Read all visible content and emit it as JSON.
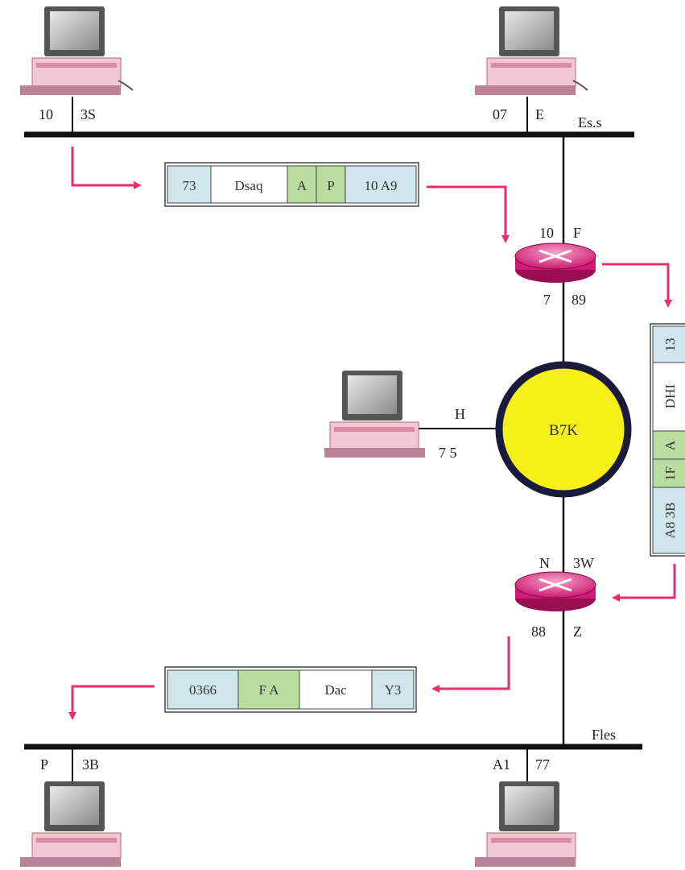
{
  "colors": {
    "wire": "#111111",
    "arrow": "#ee2d6e",
    "router": "#e21e78",
    "cloud": "#f5ef1a",
    "cell_blue": "#cfe6ec",
    "cell_green": "#b9dca0",
    "cell_white": "#ffffff"
  },
  "network_labels": {
    "top": "Es.s",
    "bottom": "Fles"
  },
  "cloud": {
    "label": "B7K"
  },
  "hosts": {
    "host_a": {
      "left": "10",
      "right": "3S"
    },
    "host_b": {
      "left": "07",
      "right": "E"
    },
    "host_side": {
      "top": "H",
      "bottom": "7 5"
    },
    "host_c": {
      "left": "P",
      "right": "3B"
    },
    "host_d": {
      "left": "A1",
      "right": "77"
    }
  },
  "routers": {
    "r1": {
      "top_left": "10",
      "top_right": "F",
      "bottom_left": "7",
      "bottom_right": "89"
    },
    "r2": {
      "top_left": "N",
      "top_right": "3W",
      "bottom_left": "88",
      "bottom_right": "Z"
    }
  },
  "frames": {
    "top": [
      "73",
      "Dsaq",
      "A",
      "P",
      "10 A9"
    ],
    "right": [
      "13",
      "DHI",
      "A",
      "1F",
      "A8 3B"
    ],
    "bottom": [
      "0366",
      "F A",
      "Dac",
      "Y3"
    ]
  }
}
